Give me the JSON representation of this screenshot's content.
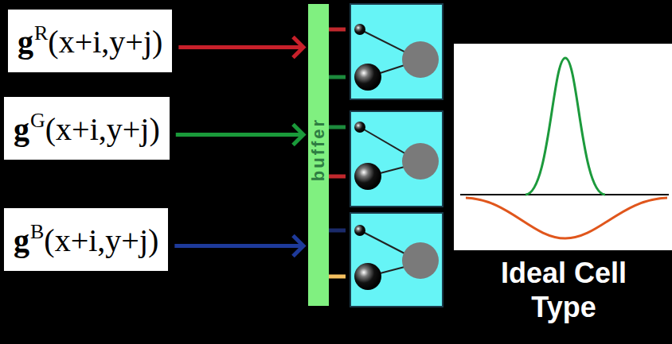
{
  "diagram": {
    "nodes": [
      {
        "text": [
          "g",
          "R",
          "(x+i,y+j)"
        ]
      },
      {
        "text": [
          "g",
          "G",
          "(x+i,y+j)"
        ]
      },
      {
        "text": [
          "g",
          "B",
          "(x+i,y+j)"
        ]
      },
      {
        "text": [
          "buffer"
        ]
      }
    ],
    "edges": [
      {
        "from": 0,
        "to": 3,
        "arrow": "to"
      },
      {
        "from": 1,
        "to": 3,
        "arrow": "to"
      },
      {
        "from": 2,
        "to": 3,
        "arrow": "to"
      }
    ],
    "labels": [
      "Ideal Cell Type"
    ]
  }
}
